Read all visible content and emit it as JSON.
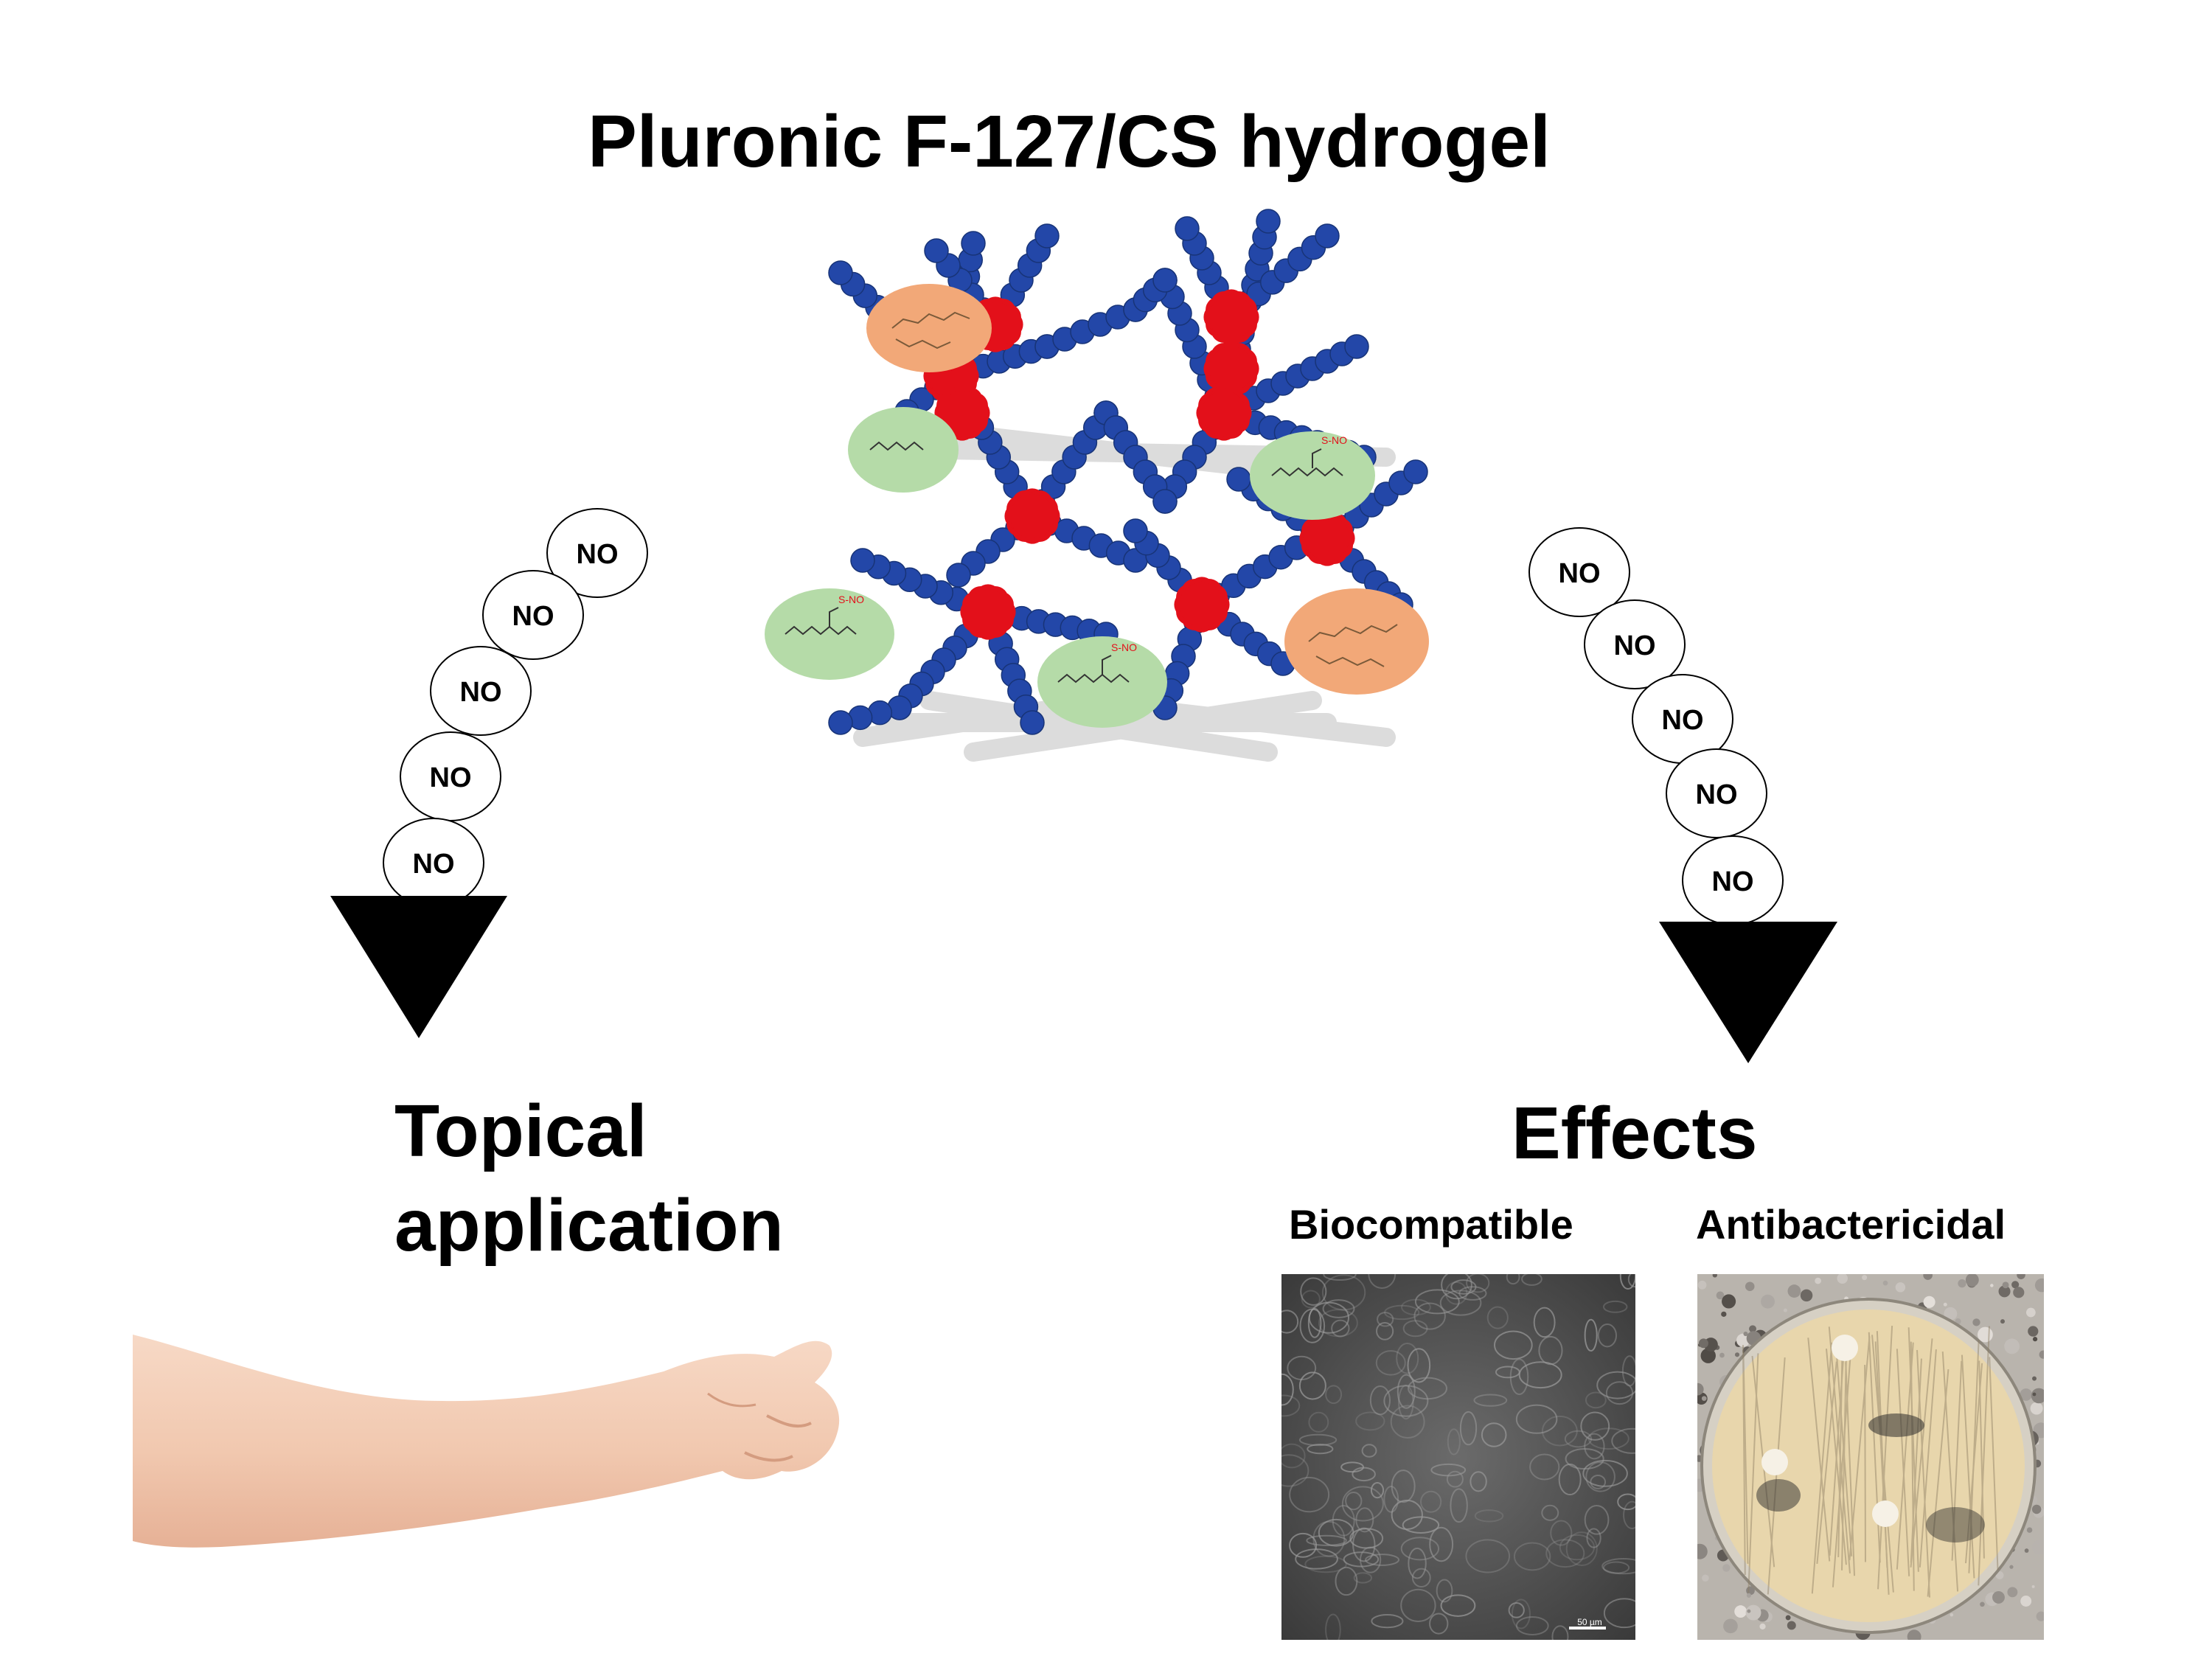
{
  "title": "Pluronic F-127/CS hydrogel",
  "no_label": "NO",
  "left_flow": {
    "heading_line1": "Topical",
    "heading_line2": "application"
  },
  "right_flow": {
    "heading": "Effects",
    "panels": [
      {
        "label": "Biocompatible",
        "scale_text": "50 µm"
      },
      {
        "label": "Antibactericidal"
      }
    ]
  },
  "colors": {
    "polymer_chain": "#2347a8",
    "micelle_core": "#e3101a",
    "chitosan_bubble": "#f2a878",
    "gsno_bubble": "#b5dba8",
    "arrow": "#000000"
  }
}
